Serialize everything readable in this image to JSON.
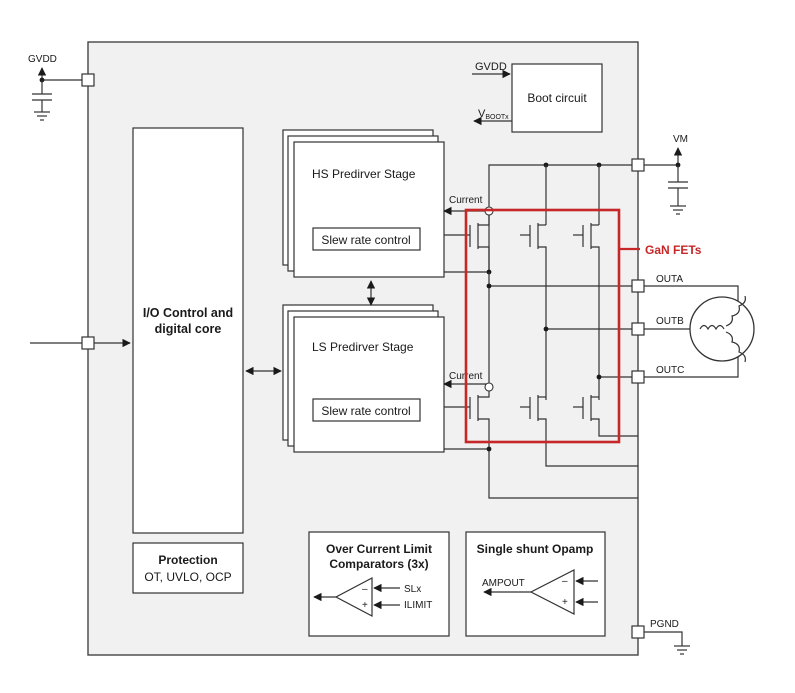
{
  "pins": {
    "gvdd": "GVDD",
    "vm": "VM",
    "outa": "OUTA",
    "outb": "OUTB",
    "outc": "OUTC",
    "pgnd": "PGND"
  },
  "blocks": {
    "boot_circuit": "Boot circuit",
    "boot_gvdd": "GVDD",
    "boot_vboot_main": "V",
    "boot_vboot_sub": "BOOTx",
    "io_control_line1": "I/O Control and",
    "io_control_line2": "digital core",
    "hs_stage": "HS Predirver Stage",
    "ls_stage": "LS Predirver Stage",
    "slew_rate_hs": "Slew rate control",
    "slew_rate_ls": "Slew rate control",
    "current_hs": "Current",
    "current_ls": "Current",
    "protection_title": "Protection",
    "protection_detail": "OT, UVLO, OCP",
    "ocl_line1": "Over Current Limit",
    "ocl_line2": "Comparators (3x)",
    "ocl_slx": "SLx",
    "ocl_ilimit": "ILIMIT",
    "opamp_title": "Single shunt Opamp",
    "opamp_out": "AMPOUT"
  },
  "annotations": {
    "gan_fets": "GaN FETs"
  },
  "colors": {
    "chip_fill": "#f1f1f1",
    "highlight": "#c62828"
  }
}
